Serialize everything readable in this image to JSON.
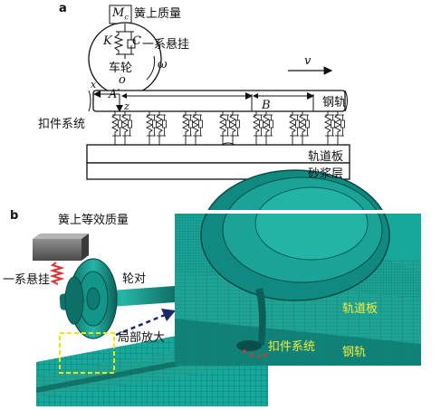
{
  "panel_a": {
    "panel_label": "a",
    "mass_symbol": "M",
    "mass_subscript": "c",
    "sprung_mass_label": "簧上质量",
    "spring_k": "K",
    "damper_c": "C",
    "primary_suspension_label": "一系悬挂",
    "wheel_label": "车轮",
    "omega": "ω",
    "origin": "o",
    "x_axis": "x",
    "z_axis": "z",
    "point_a": "A",
    "point_b": "B",
    "velocity": "v",
    "rail_label": "钢轨",
    "fastener_label": "扣件系统",
    "track_slab_label": "轨道板",
    "mortar_layer_label": "砂浆层"
  },
  "panel_b": {
    "panel_label": "b",
    "equivalent_mass_label": "簧上等效质量",
    "primary_suspension_label": "一系悬挂",
    "wheelset_label": "轮对",
    "zoom_label": "局部放大",
    "track_slab_label": "轨道板",
    "fastener_label": "扣件系统",
    "rail_label": "钢轨"
  },
  "colors": {
    "mesh_teal": "#17a89c",
    "mesh_dark": "#0c6f68",
    "zoom_box": "#f2e600",
    "arrow": "#1b2a66",
    "spring_red": "#e0322c",
    "label_yellow": "#f4ee3a"
  }
}
